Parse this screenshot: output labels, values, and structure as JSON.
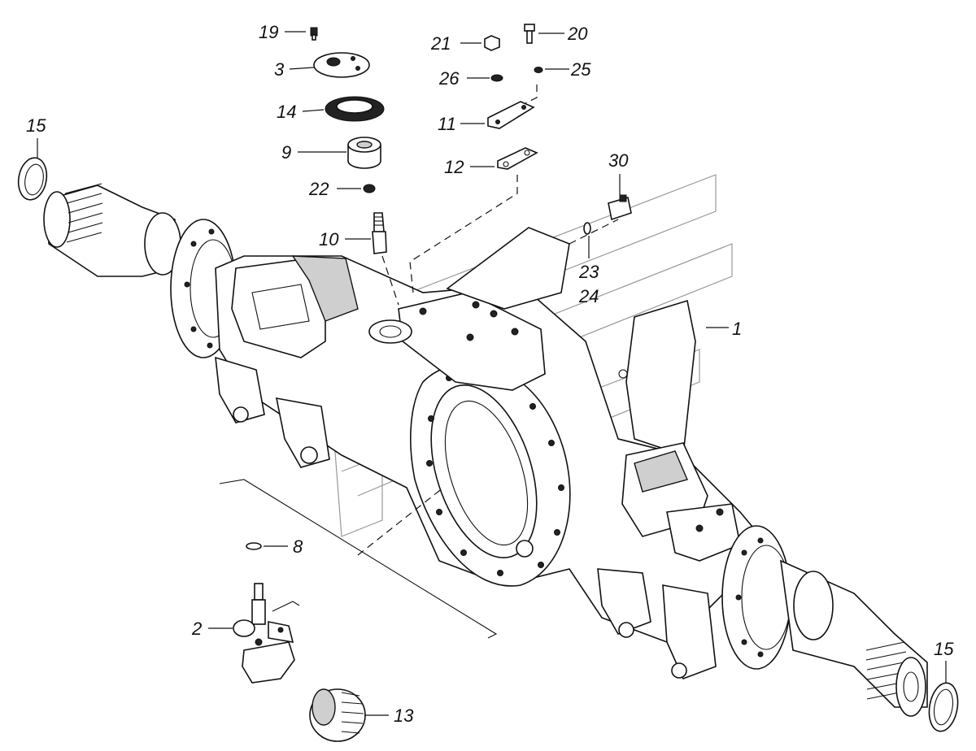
{
  "diagram": {
    "callouts": [
      {
        "id": "c19",
        "text": "19"
      },
      {
        "id": "c3",
        "text": "3"
      },
      {
        "id": "c14",
        "text": "14"
      },
      {
        "id": "c9",
        "text": "9"
      },
      {
        "id": "c22",
        "text": "22"
      },
      {
        "id": "c10",
        "text": "10"
      },
      {
        "id": "c15a",
        "text": "15"
      },
      {
        "id": "c21",
        "text": "21"
      },
      {
        "id": "c20",
        "text": "20"
      },
      {
        "id": "c26",
        "text": "26"
      },
      {
        "id": "c25",
        "text": "25"
      },
      {
        "id": "c11",
        "text": "11"
      },
      {
        "id": "c12",
        "text": "12"
      },
      {
        "id": "c30",
        "text": "30"
      },
      {
        "id": "c23",
        "text": "23"
      },
      {
        "id": "c24",
        "text": "24"
      },
      {
        "id": "c1",
        "text": "1"
      },
      {
        "id": "c8",
        "text": "8"
      },
      {
        "id": "c2",
        "text": "2"
      },
      {
        "id": "c13",
        "text": "13"
      },
      {
        "id": "c15b",
        "text": "15"
      }
    ]
  }
}
